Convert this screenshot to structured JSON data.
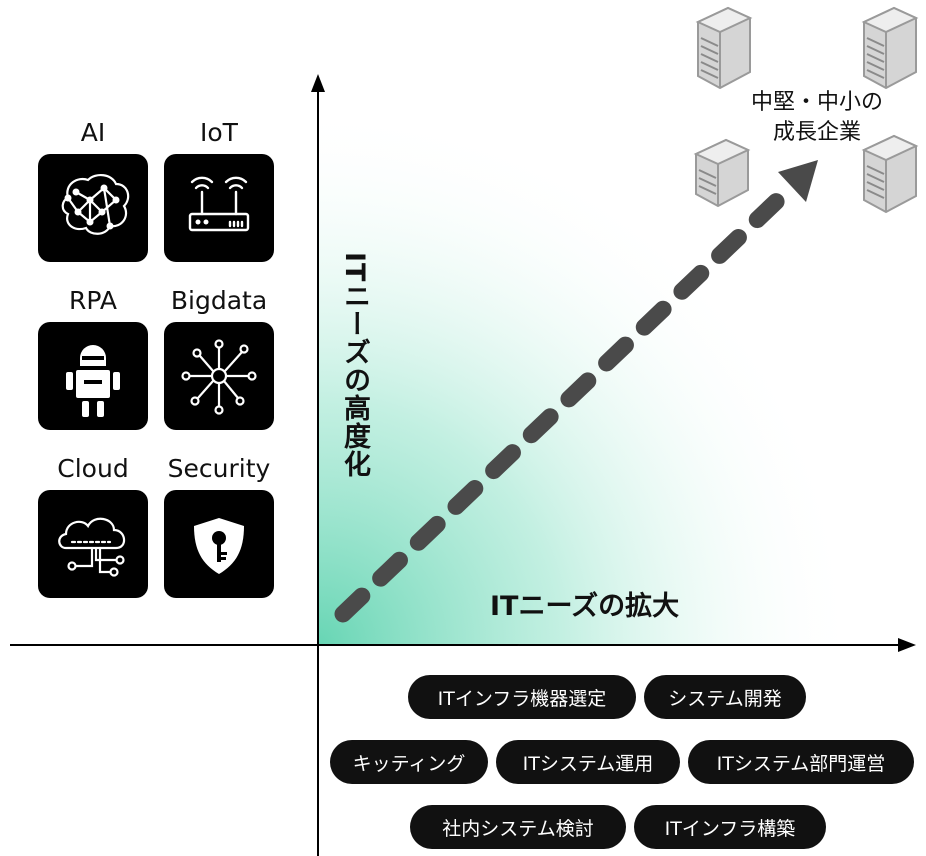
{
  "tech_items": [
    {
      "label": "AI",
      "icon": "brain-network-icon"
    },
    {
      "label": "IoT",
      "icon": "wifi-router-icon"
    },
    {
      "label": "RPA",
      "icon": "robot-icon"
    },
    {
      "label": "Bigdata",
      "icon": "data-network-icon"
    },
    {
      "label": "Cloud",
      "icon": "cloud-network-icon"
    },
    {
      "label": "Security",
      "icon": "shield-key-icon"
    }
  ],
  "y_axis_label": "ITニーズの高度化",
  "x_axis_label": "ITニーズの拡大",
  "target_label": [
    "中堅・中小の",
    "成長企業"
  ],
  "service_tags": [
    [
      "ITインフラ機器選定",
      "システム開発"
    ],
    [
      "キッティング",
      "ITシステム運用",
      "ITシステム部門運営"
    ],
    [
      "社内システム検討",
      "ITインフラ構築"
    ]
  ],
  "colors": {
    "gradient": "#5fd3b0",
    "arrow": "#4a4a4a",
    "tile": "#000000",
    "pill": "#111111"
  }
}
